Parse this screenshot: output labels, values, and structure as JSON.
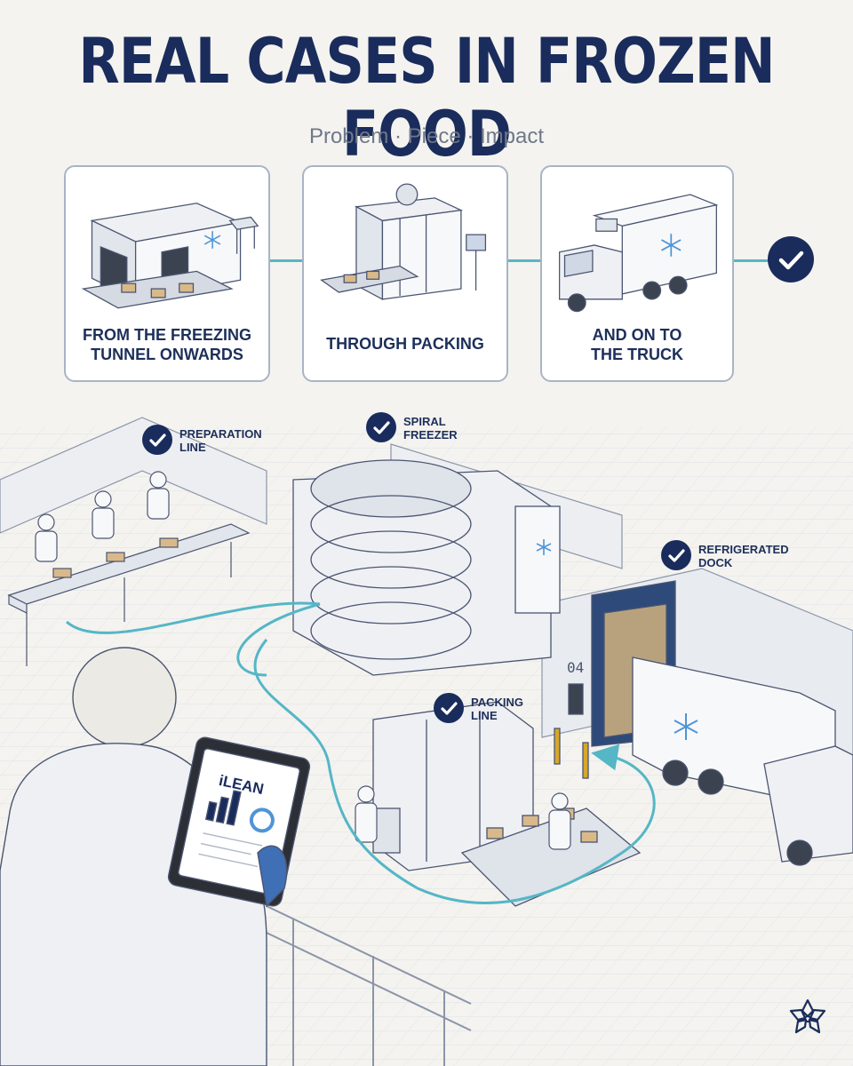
{
  "header": {
    "title": "REAL CASES IN FROZEN FOOD",
    "subtitle": "Problem · Piece · Impact"
  },
  "steps": [
    {
      "label_line1": "FROM THE FREEZING",
      "label_line2": "TUNNEL ONWARDS"
    },
    {
      "label_line1": "THROUGH PACKING",
      "label_line2": ""
    },
    {
      "label_line1": "AND ON TO",
      "label_line2": "THE TRUCK"
    }
  ],
  "scene": {
    "callouts": {
      "preparation": {
        "line1": "PREPARATION",
        "line2": "LINE"
      },
      "spiral": {
        "line1": "SPIRAL",
        "line2": "FREEZER"
      },
      "dock": {
        "line1": "REFRIGERATED",
        "line2": "DOCK"
      },
      "packing": {
        "line1": "PACKING",
        "line2": "LINE"
      }
    },
    "tablet_brand": "iLEAN",
    "dock_number": "04"
  },
  "colors": {
    "navy": "#1a2c5c",
    "teal_flow": "#55b6c6",
    "background": "#f4f3ef",
    "snowflake": "#4f95d6"
  },
  "icons": [
    "check-icon",
    "snowflake-icon",
    "logo-icon"
  ]
}
